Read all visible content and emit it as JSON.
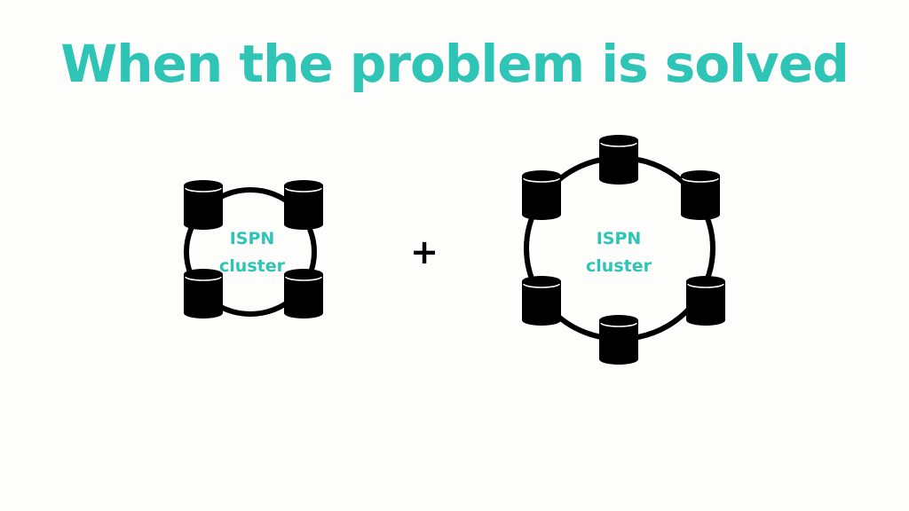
{
  "title": "When the problem is solved",
  "operator": "+",
  "clusters": [
    {
      "label_line1": "ISPN",
      "label_line2": "cluster"
    },
    {
      "label_line1": "ISPN",
      "label_line2": "cluster"
    }
  ],
  "colors": {
    "accent": "#2ec4b6",
    "node": "#000000",
    "background": "#fdfdfb"
  },
  "icons": {
    "node": "database-cylinder-icon"
  }
}
